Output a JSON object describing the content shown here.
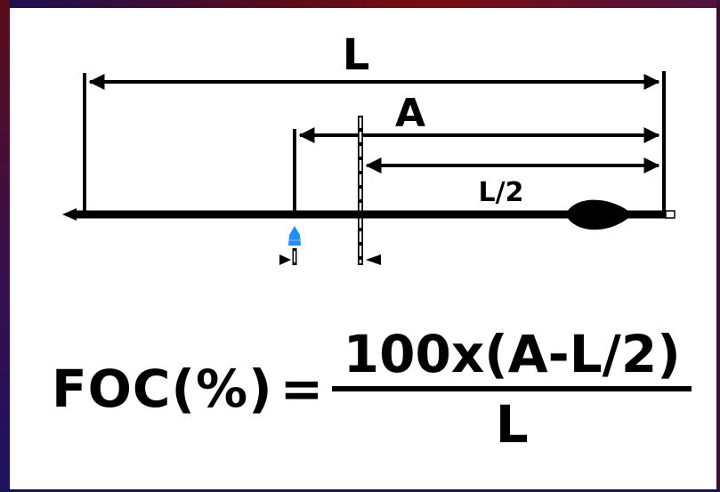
{
  "diagram": {
    "label_L": "L",
    "label_A": "A",
    "label_half": "L/2"
  },
  "formula": {
    "lhs": "FOC(%)",
    "equals": "=",
    "numerator": "100x(A-L/2)",
    "denominator": "L"
  },
  "colors": {
    "frame_border": "#6a0c12",
    "ink": "#000000",
    "balance_marker": "#1e90ff"
  }
}
